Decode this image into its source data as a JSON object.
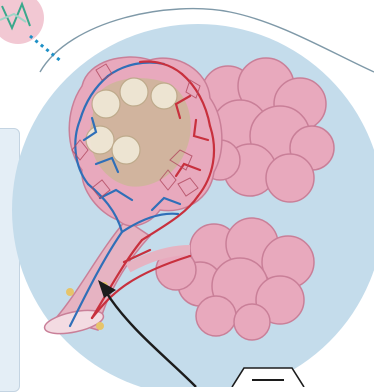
{
  "diagram": {
    "kind": "alveolar-sac-with-capillary-network",
    "colors": {
      "background_circle": "#c4dceb",
      "alveoli_fill": "#e8a9bd",
      "alveoli_stroke": "#c97f98",
      "artery": "#c8303d",
      "vein": "#2f6fb8",
      "airway": "#e6b3c2",
      "gas_exchange_highlight": "#c9b894",
      "pointer_arrow": "#1c1c1c",
      "dotted_connector": "#1e90c6",
      "panel": "#e4eef6"
    },
    "icons": [
      "magnifier-circle",
      "pointer-arrow",
      "hexagon-badge"
    ]
  }
}
